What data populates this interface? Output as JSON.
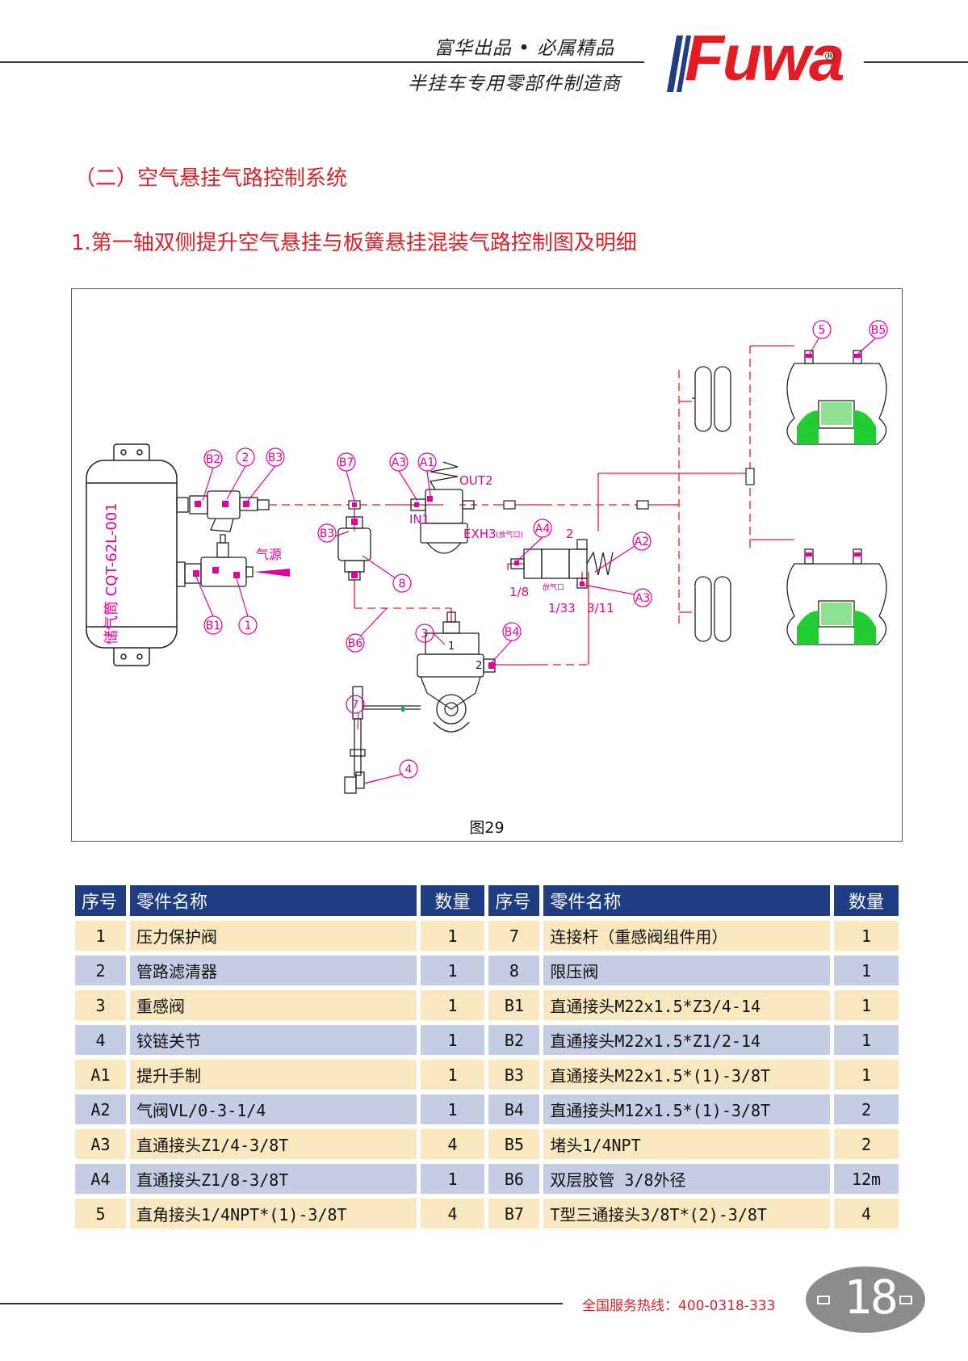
{
  "header": {
    "slogan1": "富华出品 • 必属精品",
    "slogan2": "半挂车专用零部件制造商",
    "brand": "Fuwa",
    "registered": "®"
  },
  "section_title": "（二）空气悬挂气路控制系统",
  "subtitle": "1.第一轴双侧提升空气悬挂与板簧悬挂混装气路控制图及明细",
  "diagram": {
    "caption": "图29",
    "tank_label": "储气筒 CQT-62L-001",
    "air_source": "气源",
    "labels": {
      "B2": "B2",
      "n2": "2",
      "B3": "B3",
      "B7": "B7",
      "A3": "A3",
      "A1": "A1",
      "OUT2": "OUT2",
      "IN1": "IN1",
      "EXH3": "EXH3",
      "exh_note": "(放气口)",
      "A4": "A4",
      "A2": "A2",
      "port2": "2",
      "n18": "1/8",
      "vent": "放气口",
      "n133": "1/33",
      "n311": "3/11",
      "n5": "5",
      "B5": "B5",
      "B1": "B1",
      "n1": "1",
      "n8": "8",
      "B6": "B6",
      "n3": "3",
      "B4": "B4",
      "n7": "7",
      "n4": "4",
      "p1": "1",
      "p2": "2"
    }
  },
  "table": {
    "headers": [
      "序号",
      "零件名称",
      "数量",
      "序号",
      "零件名称",
      "数量"
    ],
    "rows": [
      [
        "1",
        "压力保护阀",
        "1",
        "7",
        "连接杆（重感阀组件用）",
        "1"
      ],
      [
        "2",
        "管路滤清器",
        "1",
        "8",
        "限压阀",
        "1"
      ],
      [
        "3",
        "重感阀",
        "1",
        "B1",
        "直通接头M22x1.5*Z3/4-14",
        "1"
      ],
      [
        "4",
        "铰链关节",
        "1",
        "B2",
        "直通接头M22x1.5*Z1/2-14",
        "1"
      ],
      [
        "A1",
        "提升手制",
        "1",
        "B3",
        "直通接头M22x1.5*(1)-3/8T",
        "1"
      ],
      [
        "A2",
        "气阀VL/0-3-1/4",
        "1",
        "B4",
        "直通接头M12x1.5*(1)-3/8T",
        "2"
      ],
      [
        "A3",
        "直通接头Z1/4-3/8T",
        "4",
        "B5",
        "堵头1/4NPT",
        "2"
      ],
      [
        "A4",
        "直通接头Z1/8-3/8T",
        "1",
        "B6",
        "双层胶管 3/8外径",
        "12m"
      ],
      [
        "5",
        "直角接头1/4NPT*(1)-3/8T",
        "4",
        "B7",
        "T型三通接头3/8T*(2)-3/8T",
        "4"
      ]
    ]
  },
  "footer": {
    "hotline": "全国服务热线：400-0318-333",
    "page_number": "18"
  },
  "colors": {
    "accent_red": "#d8232a",
    "table_header": "#1f3d82",
    "row_odd": "#f9e7c0",
    "row_even": "#c5cde4",
    "label_magenta": "#e0009a"
  }
}
